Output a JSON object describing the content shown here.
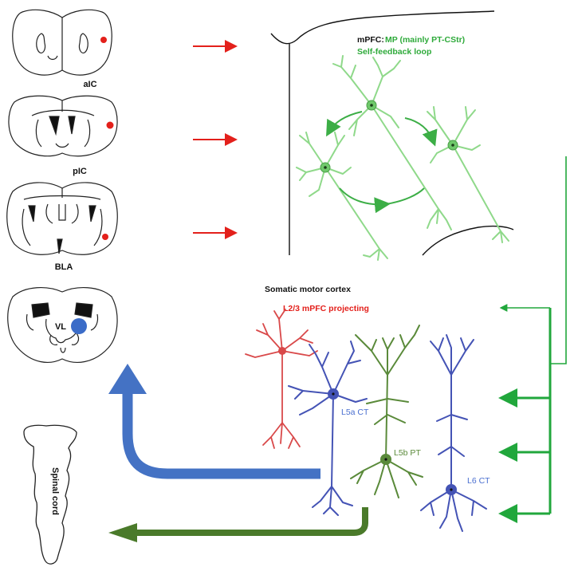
{
  "brain_sections": [
    {
      "label": "aIC"
    },
    {
      "label": "pIC"
    },
    {
      "label": "BLA"
    },
    {
      "label": "VL"
    }
  ],
  "spinal_cord_label": "Spinal cord",
  "mpfc": {
    "title_prefix": "mPFC:",
    "title_rest": " MP (mainly PT-CStr)",
    "subtitle": "Self-feedback loop"
  },
  "motor_cortex": {
    "title": "Somatic motor cortex",
    "l23_label": "L2/3 mPFC projecting",
    "l5a_label": "L5a CT",
    "l5b_label": "L5b PT",
    "l6_label": "L6 CT"
  },
  "colors": {
    "red": "#e3201b",
    "green_mpfc": "#8fd98a",
    "green_arrow": "#21a73c",
    "red_neuron": "#d9494a",
    "blue_neuron": "#4453b5",
    "green_neuron": "#5a8a3a",
    "blue_arrow": "#4472c4",
    "olive_arrow": "#4a7a2a",
    "vl_dot": "#3b6cc8"
  }
}
